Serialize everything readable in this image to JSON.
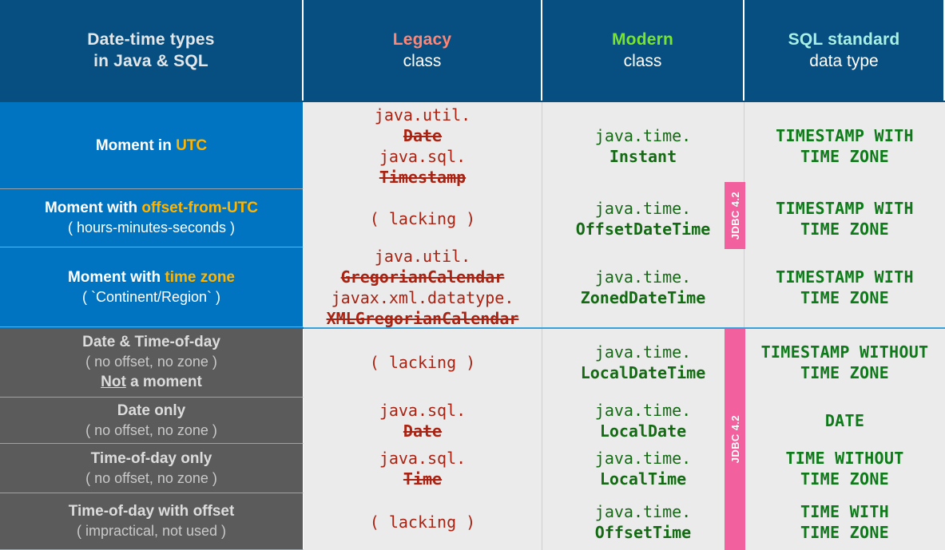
{
  "title": "Date-time types in Java & SQL",
  "colors": {
    "header_bg": "#064f80",
    "row_blue": "#0074c1",
    "row_gray": "#5b5b5b",
    "code_bg": "#ebebeb",
    "legacy_red": "#aa2211",
    "modern_green": "#146b14",
    "sql_green": "#0e7a19",
    "accent_amber": "#ffb400",
    "jdbc_pink": "#f2609e",
    "legacy_heading": "#ff8574",
    "modern_heading": "#7ae52b",
    "sql_heading": "#a8f0e6"
  },
  "header": {
    "col1": {
      "line1": "Date-time types",
      "line2": "in Java & SQL"
    },
    "col2": {
      "line1": "Legacy",
      "line2": "class"
    },
    "col3": {
      "line1": "Modern",
      "line2": "class"
    },
    "col4": {
      "line1": "SQL standard",
      "line2": "data type"
    }
  },
  "badges": {
    "jdbc_top": "JDBC 4.2",
    "jdbc_bottom": "JDBC 4.2"
  },
  "rows": [
    {
      "label_main_pre": "Moment in ",
      "label_main_hi": "UTC",
      "label_sub": "",
      "label_sub2": "",
      "legacy": [
        {
          "pkg": "java.util.",
          "cls": "Date",
          "strike": true
        },
        {
          "pkg": "java.sql.",
          "cls": "Timestamp",
          "strike": true
        }
      ],
      "legacy_lacking": "",
      "modern_pkg": "java.time.",
      "modern_cls": "Instant",
      "sql_line1": "TIMESTAMP WITH",
      "sql_line2": "TIME ZONE"
    },
    {
      "label_main_pre": "Moment with ",
      "label_main_hi": "offset-from-UTC",
      "label_sub": "( hours-minutes-seconds )",
      "label_sub2": "",
      "legacy": [],
      "legacy_lacking": "( lacking )",
      "modern_pkg": "java.time.",
      "modern_cls": "OffsetDateTime",
      "sql_line1": "TIMESTAMP WITH",
      "sql_line2": "TIME ZONE"
    },
    {
      "label_main_pre": "Moment with ",
      "label_main_hi": "time zone",
      "label_sub": "( `Continent/Region` )",
      "label_sub2": "",
      "legacy": [
        {
          "pkg": "java.util.",
          "cls": "GregorianCalendar",
          "strike": true
        },
        {
          "pkg": "javax.xml.datatype.",
          "cls": "XMLGregorianCalendar",
          "strike": true
        }
      ],
      "legacy_lacking": "",
      "modern_pkg": "java.time.",
      "modern_cls": "ZonedDateTime",
      "sql_line1": "TIMESTAMP WITH",
      "sql_line2": "TIME ZONE"
    },
    {
      "label_main_pre": "Date & Time-of-day",
      "label_main_hi": "",
      "label_sub": "( no offset, no zone )",
      "label_sub2_und": "Not",
      "label_sub2_rest": " a moment",
      "legacy": [],
      "legacy_lacking": "( lacking )",
      "modern_pkg": "java.time.",
      "modern_cls": "LocalDateTime",
      "sql_line1": "TIMESTAMP WITHOUT",
      "sql_line2": "TIME ZONE"
    },
    {
      "label_main_pre": "Date only",
      "label_main_hi": "",
      "label_sub": "( no offset, no zone )",
      "label_sub2": "",
      "legacy": [
        {
          "pkg": "java.sql.",
          "cls": "Date",
          "strike": true
        }
      ],
      "legacy_lacking": "",
      "modern_pkg": "java.time.",
      "modern_cls": "LocalDate",
      "sql_line1": "DATE",
      "sql_line2": ""
    },
    {
      "label_main_pre": "Time-of-day only",
      "label_main_hi": "",
      "label_sub": "( no offset, no zone )",
      "label_sub2": "",
      "legacy": [
        {
          "pkg": "java.sql.",
          "cls": "Time",
          "strike": true
        }
      ],
      "legacy_lacking": "",
      "modern_pkg": "java.time.",
      "modern_cls": "LocalTime",
      "sql_line1": "TIME WITHOUT",
      "sql_line2": "TIME ZONE"
    },
    {
      "label_main_pre": "Time-of-day with offset",
      "label_main_hi": "",
      "label_sub": "( impractical, not used )",
      "label_sub2": "",
      "legacy": [],
      "legacy_lacking": "( lacking )",
      "modern_pkg": "java.time.",
      "modern_cls": "OffsetTime",
      "sql_line1": "TIME WITH",
      "sql_line2": "TIME ZONE"
    }
  ]
}
